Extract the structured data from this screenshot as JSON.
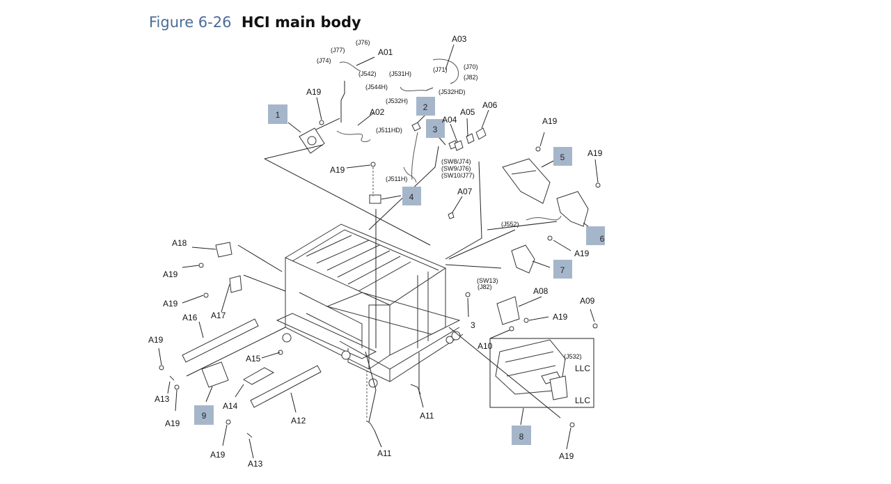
{
  "caption": {
    "number": "Figure 6-26",
    "title": "HCI main body"
  },
  "colors": {
    "callout_fill": "#a6b6ca",
    "line": "#222222",
    "caption_blue": "#4a6c97"
  },
  "callouts": [
    "1",
    "2",
    "3",
    "4",
    "5",
    "6",
    "7",
    "8",
    "9"
  ],
  "labels": {
    "a01": "A01",
    "a02": "A02",
    "a03": "A03",
    "a04": "A04",
    "a05": "A05",
    "a06": "A06",
    "a07": "A07",
    "a08": "A08",
    "a09": "A09",
    "a10": "A10",
    "a11": "A11",
    "a12": "A12",
    "a13": "A13",
    "a14": "A14",
    "a15": "A15",
    "a16": "A16",
    "a17": "A17",
    "a18": "A18",
    "a19": "A19",
    "three": "3",
    "llc": "LLC"
  },
  "connectors": {
    "j76": "(J76)",
    "j77": "(J77)",
    "j74": "(J74)",
    "j542": "(J542)",
    "j531h": "(J531H)",
    "j544h": "(J544H)",
    "j532h": "(J532H)",
    "j71": "(J71)",
    "j70": "(J70)",
    "j82": "(J82)",
    "j532hd": "(J532HD)",
    "j511hd": "(J511HD)",
    "j511h": "(J511H)",
    "sw8": "(SW8/J74)",
    "sw9": "(SW9/J76)",
    "sw10": "(SW10/J77)",
    "j552": "(J552)",
    "sw13": "(SW13)",
    "j82b": "(J82)",
    "j532": "(J532)"
  }
}
